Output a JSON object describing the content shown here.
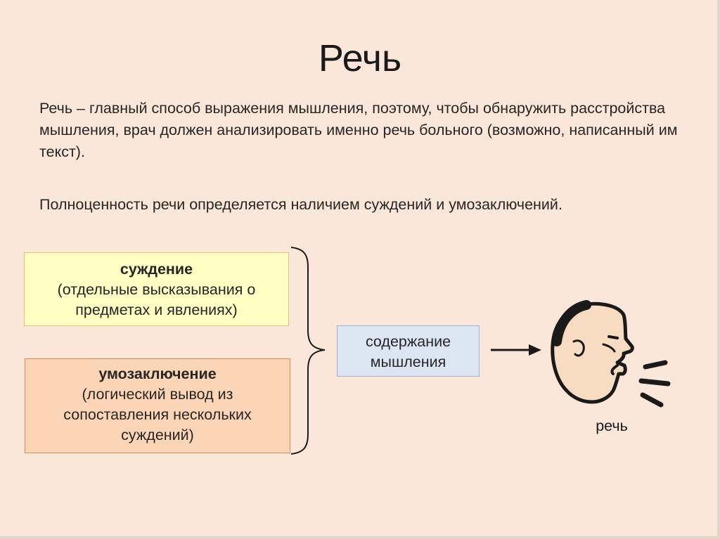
{
  "slide": {
    "title": "Речь",
    "paragraph1": "Речь – главный способ выражения мышления, поэтому, чтобы обнаружить расстройства мышления, врач должен анализировать именно речь больного (возможно, написанный им текст).",
    "paragraph2": "Полноценность речи определяется наличием суждений и умозаключений."
  },
  "diagram": {
    "judgement": {
      "heading": "суждение",
      "description": "(отдельные высказывания о предметах и явлениях)",
      "fill": "#ffffc4",
      "border": "#e3c46a"
    },
    "inference": {
      "heading": "умозаключение",
      "description": "(логический вывод из сопоставления нескольких суждений)",
      "fill": "#fbd5b5",
      "border": "#e0884a"
    },
    "content": {
      "label": "содержание мышления",
      "fill": "#dce6f2",
      "border": "#9fb3cc"
    },
    "speech_caption": "речь",
    "icons": [
      "brace-icon",
      "arrow-right-icon",
      "speaking-head-icon"
    ]
  },
  "colors": {
    "background": "#fbe7da",
    "text": "#262626"
  }
}
